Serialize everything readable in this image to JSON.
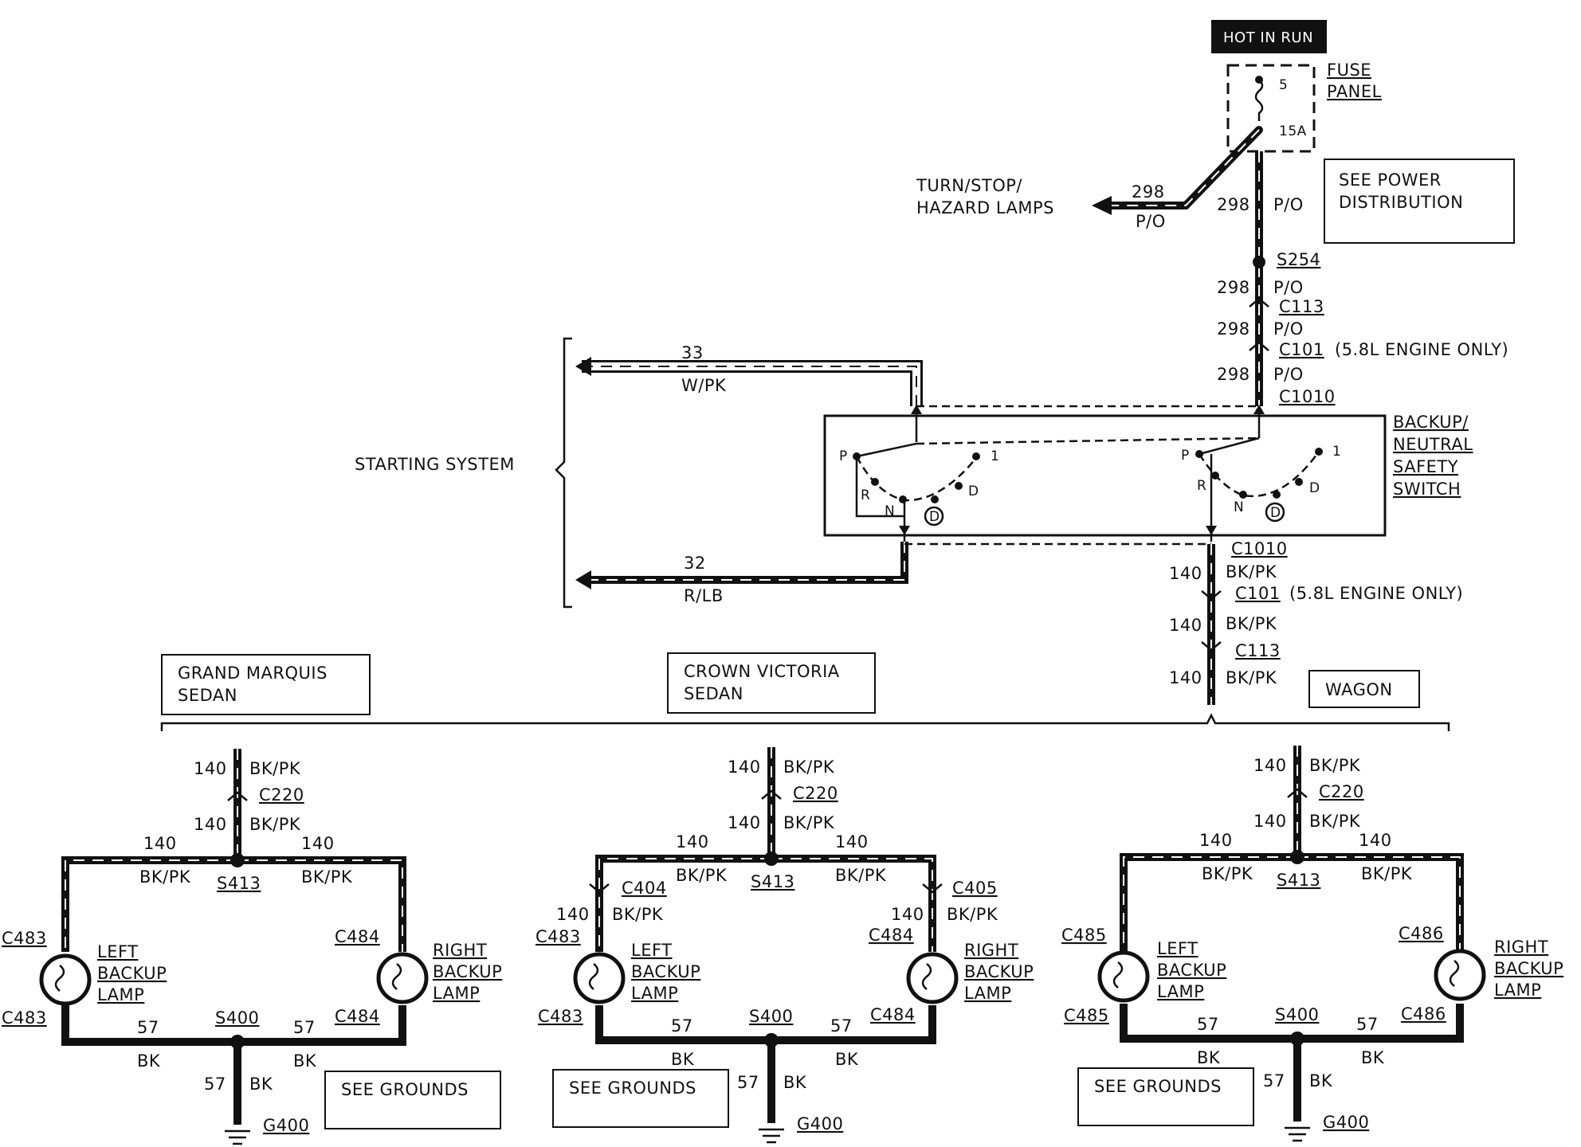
{
  "power": {
    "hot_label": "HOT IN RUN",
    "fuse_num": "5",
    "fuse_amp": "15A",
    "fuse_panel_1": "FUSE",
    "fuse_panel_2": "PANEL",
    "see_power_1": "SEE POWER",
    "see_power_2": "DISTRIBUTION",
    "turn_1": "TURN/STOP/",
    "turn_2": "HAZARD LAMPS",
    "c101_note": "(5.8L ENGINE ONLY)"
  },
  "wires": {
    "w298": "298",
    "po": "P/O",
    "w33": "33",
    "wpk": "W/PK",
    "w32": "32",
    "rlb": "R/LB",
    "w140": "140",
    "bkpk": "BK/PK",
    "w57": "57",
    "bk": "BK"
  },
  "connectors": {
    "s254": "S254",
    "c113": "C113",
    "c101": "C101",
    "c1010": "C1010",
    "c220": "C220",
    "s413": "S413",
    "s400": "S400",
    "g400": "G400",
    "c404": "C404",
    "c405": "C405",
    "c483": "C483",
    "c484": "C484",
    "c485": "C485",
    "c486": "C486"
  },
  "switch": {
    "title_1": "BACKUP/",
    "title_2": "NEUTRAL",
    "title_3": "SAFETY",
    "title_4": "SWITCH",
    "p": "P",
    "r": "R",
    "n": "N",
    "d": "D",
    "d_circ": "D",
    "one": "1"
  },
  "starting_system": "STARTING SYSTEM",
  "variants": {
    "grand_marquis_1": "GRAND MARQUIS",
    "grand_marquis_2": "SEDAN",
    "crown_victoria_1": "CROWN VICTORIA",
    "crown_victoria_2": "SEDAN",
    "wagon": "WAGON"
  },
  "lamps": {
    "left_1": "LEFT",
    "right_1": "RIGHT",
    "backup": "BACKUP",
    "lamp": "LAMP"
  },
  "see_grounds": "SEE GROUNDS"
}
